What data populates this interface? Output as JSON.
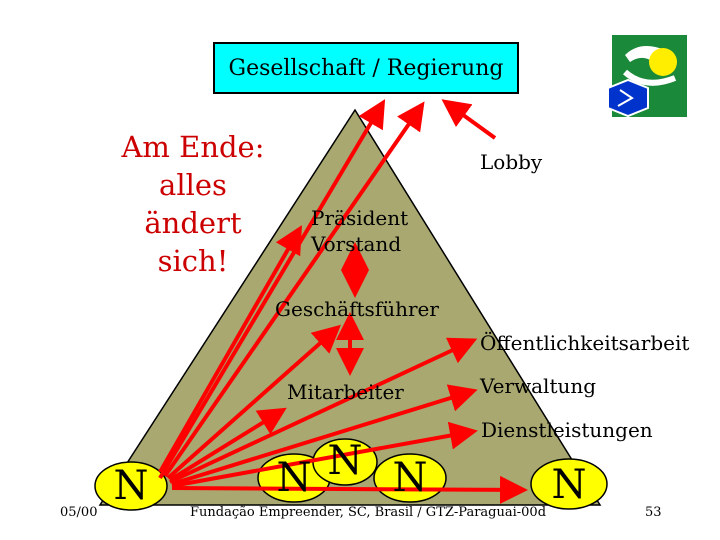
{
  "title": "Gesellschaft / Regierung",
  "headline": [
    "Am Ende:",
    "alles",
    "ändert",
    "sich!"
  ],
  "labels": {
    "lobby": "Lobby",
    "praesident": "Präsident",
    "vorstand": "Vorstand",
    "geschaeftsfuehrer": "Geschäftsführer",
    "oeffentlichkeitsarbeit": "Öffentlichkeitsarbeit",
    "mitarbeiter": "Mitarbeiter",
    "verwaltung": "Verwaltung",
    "dienstleistungen": "Dienstleistungen"
  },
  "n_letter": "N",
  "footer": {
    "date": "05/00",
    "source": "Fundação Empreender, SC, Brasil / GTZ-Paraguai-00d",
    "page": "53"
  },
  "colors": {
    "triangle": "#a8a870",
    "triangle_edge": "#000000",
    "arrow": "#ff0000",
    "title_box": "#00ffff",
    "n_circle": "#ffff00",
    "logo_green": "#1a8a3a",
    "logo_blue": "#0033cc",
    "logo_yellow": "#ffee00"
  },
  "icons": [
    "logo-icon"
  ]
}
